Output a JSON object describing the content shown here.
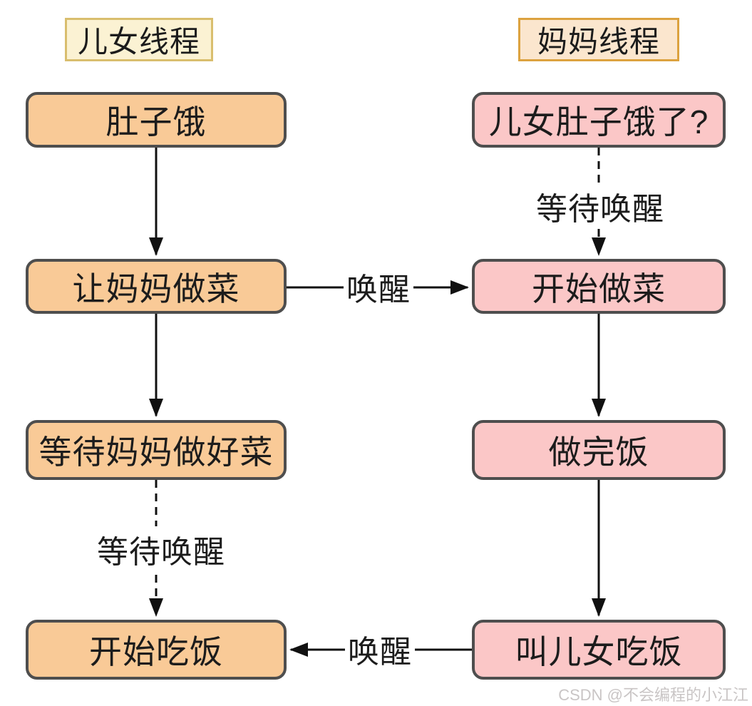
{
  "threads": {
    "children": {
      "header": "儿女线程",
      "nodes": {
        "hungry": "肚子饿",
        "ask_mom_cook": "让妈妈做菜",
        "wait_mom_cook": "等待妈妈做好菜",
        "start_eating": "开始吃饭"
      }
    },
    "mother": {
      "header": "妈妈线程",
      "nodes": {
        "children_hungry_question": "儿女肚子饿了?",
        "start_cooking": "开始做菜",
        "finish_cooking": "做完饭",
        "call_children_eat": "叫儿女吃饭"
      }
    }
  },
  "flow": [
    {
      "from": "肚子饿",
      "to": "让妈妈做菜",
      "style": "solid"
    },
    {
      "from": "让妈妈做菜",
      "to": "等待妈妈做好菜",
      "style": "solid"
    },
    {
      "from": "等待妈妈做好菜",
      "to": "开始吃饭",
      "style": "dashed",
      "label": "等待唤醒"
    },
    {
      "from": "让妈妈做菜",
      "to": "开始做菜",
      "style": "solid",
      "label": "唤醒"
    },
    {
      "from": "儿女肚子饿了?",
      "to": "开始做菜",
      "style": "dashed",
      "label": "等待唤醒"
    },
    {
      "from": "开始做菜",
      "to": "做完饭",
      "style": "solid"
    },
    {
      "from": "做完饭",
      "to": "叫儿女吃饭",
      "style": "solid"
    },
    {
      "from": "叫儿女吃饭",
      "to": "开始吃饭",
      "style": "solid",
      "label": "唤醒"
    }
  ],
  "watermark": "CSDN @不会编程的小江江",
  "colors": {
    "node_orange_fill": "#f9ca97",
    "node_pink_fill": "#fbc7c7",
    "node_border": "#4e4e4e",
    "children_header_fill": "#fbf2d3",
    "children_header_border": "#d9be6e",
    "mother_header_fill": "#fbe6ce",
    "mother_header_border": "#dca23f",
    "arrow": "#111111",
    "watermark_text": "#c9c5c5"
  }
}
